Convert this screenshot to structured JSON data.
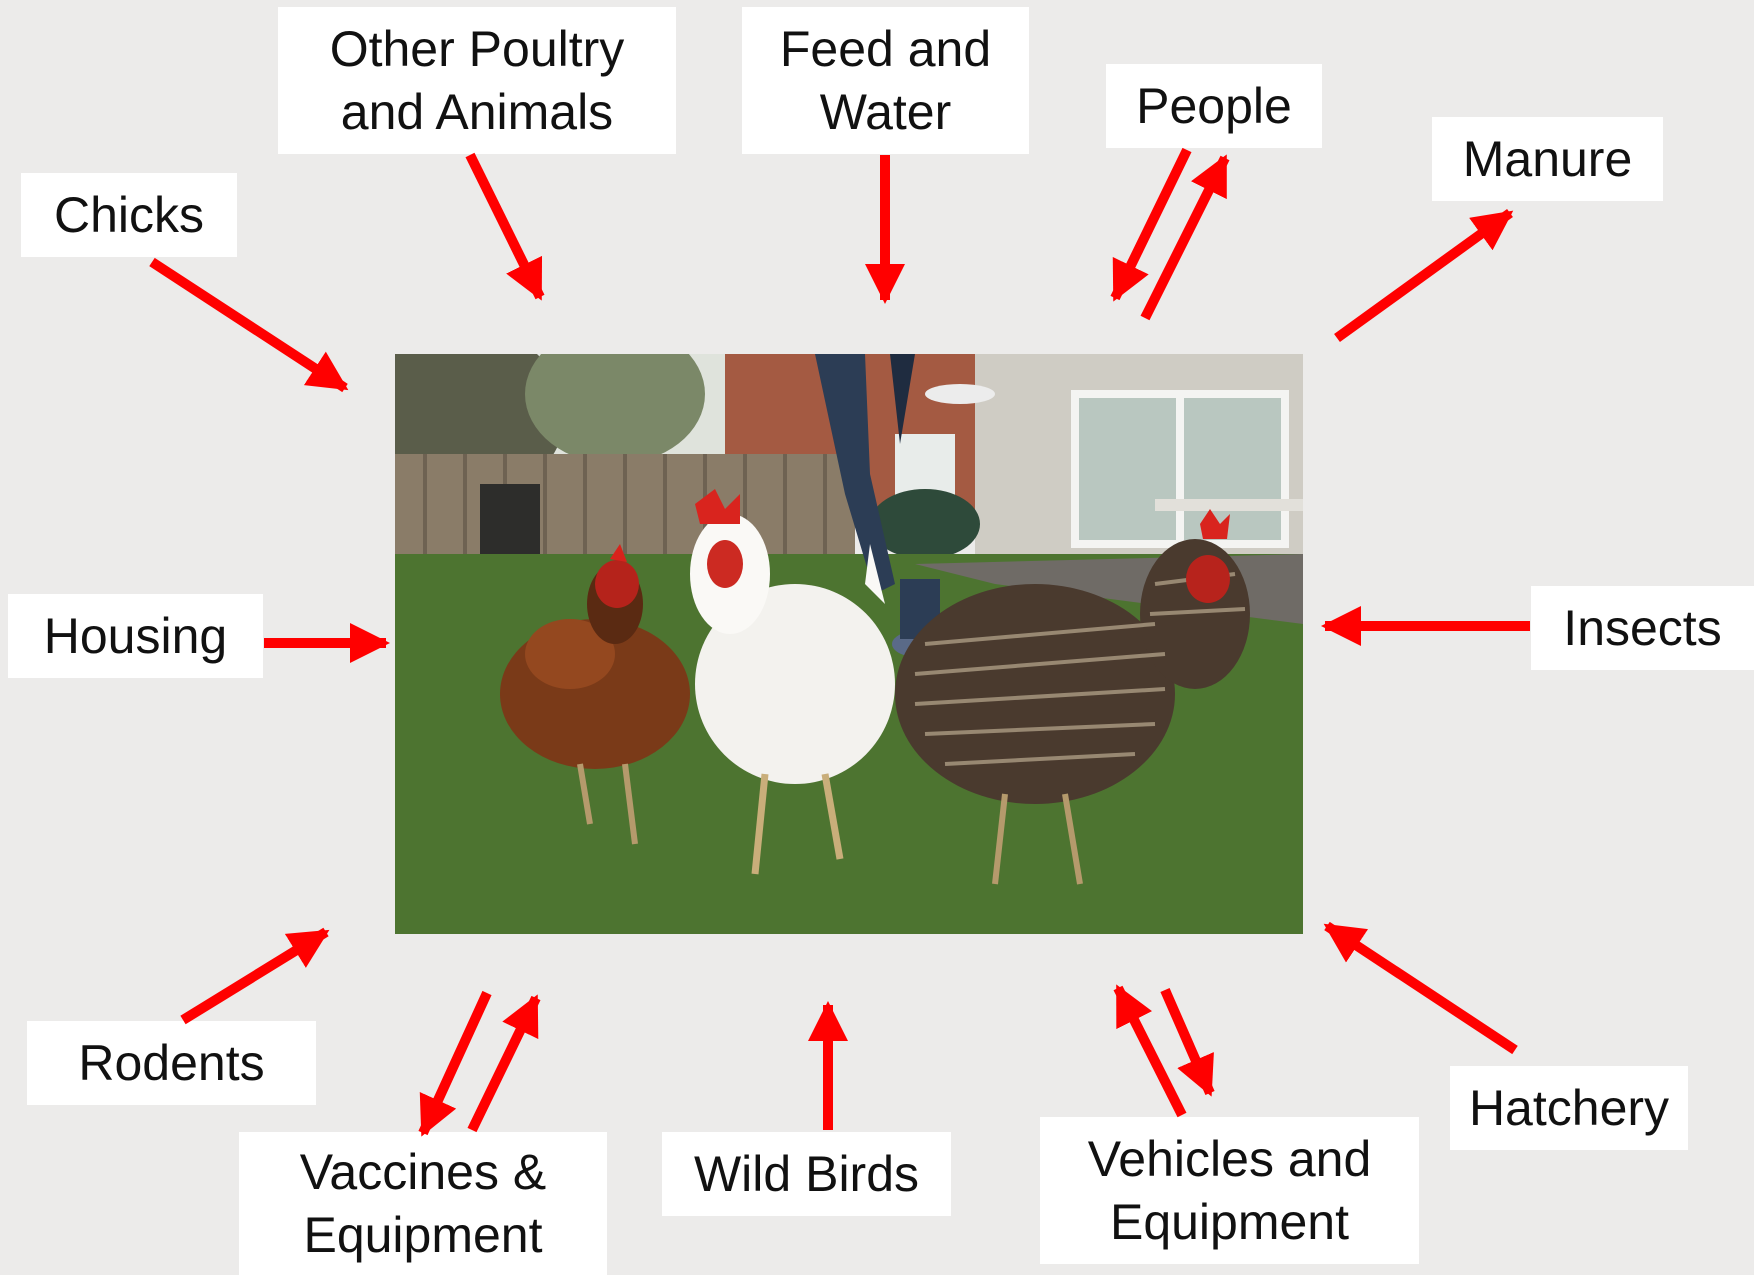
{
  "labels": {
    "chicks": "Chicks",
    "other_poultry_line1": "Other Poultry",
    "other_poultry_line2": "and Animals",
    "feed_line1": "Feed and",
    "feed_line2": "Water",
    "people": "People",
    "manure": "Manure",
    "housing": "Housing",
    "insects": "Insects",
    "rodents": "Rodents",
    "vaccines_line1": "Vaccines &",
    "vaccines_line2": "Equipment",
    "wild_birds": "Wild Birds",
    "vehicles_line1": "Vehicles and",
    "vehicles_line2": "Equipment",
    "hatchery": "Hatchery"
  },
  "colors": {
    "arrow": "#ff0000",
    "background": "#ecebea",
    "label_box": "#ffffff"
  },
  "photo": {
    "subject": "three chickens on grass in a backyard"
  }
}
